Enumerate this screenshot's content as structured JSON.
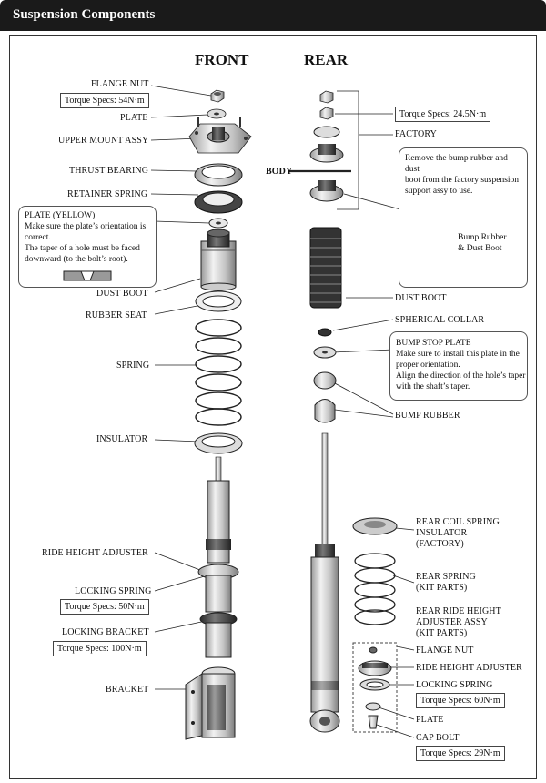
{
  "header": {
    "title": "Suspension Components"
  },
  "columns": {
    "front": "FRONT",
    "rear": "REAR"
  },
  "front": {
    "flange_nut": "FLANGE NUT",
    "flange_nut_spec": "Torque Specs: 54N·m",
    "plate": "PLATE",
    "upper_mount": "UPPER MOUNT ASSY",
    "thrust_bearing": "THRUST BEARING",
    "retainer_spring": "RETAINER SPRING",
    "plate_yellow_title": "PLATE (YELLOW)",
    "plate_yellow_lines": [
      "Make sure the plate’s orientation is",
      "correct.",
      "The taper of a hole must be faced",
      "downward (to the bolt’s root)."
    ],
    "dust_boot": "DUST BOOT",
    "rubber_seat": "RUBBER SEAT",
    "spring": "SPRING",
    "insulator": "INSULATOR",
    "ride_height_adjuster": "RIDE HEIGHT ADJUSTER",
    "locking_spring": "LOCKING SPRING",
    "locking_spring_spec": "Torque Specs: 50N·m",
    "locking_bracket": "LOCKING BRACKET",
    "locking_bracket_spec": "Torque Specs: 100N·m",
    "bracket": "BRACKET"
  },
  "rear": {
    "torque_spec_top": "Torque Specs: 24.5N·m",
    "factory": "FACTORY",
    "body": "BODY",
    "factory_note_lines": [
      "Remove the bump rubber and",
      "dust",
      "boot from the factory suspension",
      "support assy to use."
    ],
    "bump_rubber_dust_boot": [
      "Bump Rubber",
      "& Dust Boot"
    ],
    "dust_boot": "DUST BOOT",
    "spherical_collar": "SPHERICAL COLLAR",
    "bump_stop_title": "BUMP STOP PLATE",
    "bump_stop_lines": [
      "Make sure to install this plate in the",
      "proper orientation.",
      "Align the direction of the hole’s taper",
      "with the shaft’s taper."
    ],
    "bump_rubber": "BUMP RUBBER",
    "coil_insulator": [
      "REAR COIL SPRING",
      "INSULATOR",
      "(FACTORY)"
    ],
    "rear_spring": [
      "REAR SPRING",
      "(KIT PARTS)"
    ],
    "ride_height_assy": [
      "REAR RIDE HEIGHT",
      "ADJUSTER ASSY",
      "(KIT PARTS)"
    ],
    "flange_nut": "FLANGE NUT",
    "ride_height_adjuster": "RIDE HEIGHT  ADJUSTER",
    "locking_spring": "LOCKING SPRING",
    "locking_spring_spec": "Torque Specs: 60N·m",
    "plate": "PLATE",
    "cap_bolt": "CAP BOLT",
    "cap_bolt_spec": "Torque Specs: 29N·m"
  }
}
